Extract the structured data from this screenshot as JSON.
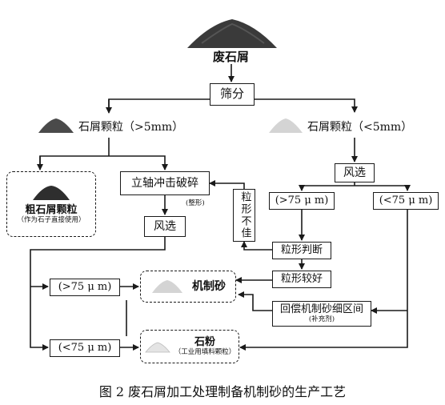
{
  "nodes": {
    "waste": "废石屑",
    "sieve": "筛分",
    "coarse_particles": "石屑颗粒（>5mm）",
    "fine_particles": "石屑颗粒（<5mm）",
    "crusher": "立轴冲击破碎",
    "crusher_note": "(整形)",
    "air_sep_left": "风选",
    "air_sep_right": "风选",
    "coarse_product": "粗石屑颗粒",
    "coarse_product_note": "（作为石子直接使用）",
    "gt75_right": "(>75 μ m)",
    "lt75_right": "(<75 μ m)",
    "shape_bad": "粒形不佳",
    "shape_judge": "粒形判断",
    "shape_good": "粒形较好",
    "gt75_left": "(>75 μ m)",
    "lt75_left": "(<75 μ m)",
    "machine_sand": "机制砂",
    "backfill": "回偿机制砂细区间",
    "backfill_note": "(补充剂)",
    "stone_powder": "石粉",
    "stone_powder_note": "（工业用填料颗粒）"
  },
  "caption": "图 2  废石屑加工处理制备机制砂的生产工艺",
  "colors": {
    "line": "#1a1a1a",
    "dark_pile": "#3a3a3a",
    "light_pile": "#d4d4d4"
  }
}
